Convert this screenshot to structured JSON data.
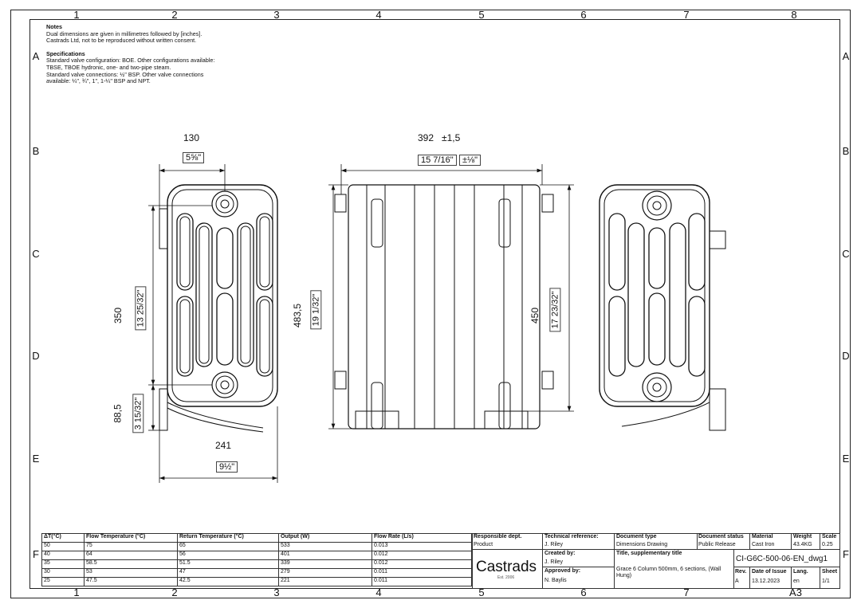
{
  "zones": {
    "columns": [
      "1",
      "2",
      "3",
      "4",
      "5",
      "6",
      "7",
      "8"
    ],
    "rows": [
      "A",
      "B",
      "C",
      "D",
      "E",
      "F"
    ]
  },
  "notes": {
    "heading": "Notes",
    "lines": [
      "Dual dimensions are given in millimetres followed by [inches].",
      "Castrads Ltd, not to be reproduced without written consent."
    ],
    "spec_heading": "Specifications",
    "spec_lines": [
      "Standard valve configuration: BOE. Other configurations available:",
      "TBSE, TBOE hydronic, one- and two-pipe steam.",
      "Standard valve connections: ½\" BSP. Other valve connections",
      "available: ¼\", ¾\", 1\", 1-¼\" BSP and NPT."
    ]
  },
  "dimensions": {
    "depth_mm": "130",
    "depth_in": "5⅝\"",
    "width_mm": "392",
    "width_tol": "±1,5",
    "width_in": "15 7/16\"",
    "width_in_tol": "±⅛\"",
    "centres_mm": "350",
    "centres_in": "13 25/32\"",
    "floor_mm": "88,5",
    "floor_in": "3 15/32\"",
    "total_h_mm": "483,5",
    "total_h_in": "19 1/32\"",
    "section_h_mm": "450",
    "section_h_in": "17 23/32\"",
    "base_mm": "241",
    "base_in": "9½\""
  },
  "flow_table": {
    "headers": [
      "ΔT(°C)",
      "Flow Temperature (°C)",
      "Return Temperature (°C)",
      "Output (W)",
      "Flow Rate (L/s)"
    ],
    "rows": [
      [
        "50",
        "75",
        "65",
        "533",
        "0.013"
      ],
      [
        "40",
        "64",
        "56",
        "401",
        "0.012"
      ],
      [
        "35",
        "58.5",
        "51.5",
        "339",
        "0.012"
      ],
      [
        "30",
        "53",
        "47",
        "279",
        "0.011"
      ],
      [
        "25",
        "47.5",
        "42.5",
        "221",
        "0.011"
      ]
    ]
  },
  "title_block": {
    "responsible_dept_label": "Responsible dept.",
    "responsible_dept": "Product",
    "company": "Castrads",
    "est": "Est. 2006",
    "tech_ref_label": "Technical reference:",
    "tech_ref": "J. Riley",
    "created_by_label": "Created by:",
    "created_by": "J. Riley",
    "approved_by_label": "Approved by:",
    "approved_by": "N. Baylis",
    "doc_type_label": "Document type",
    "doc_type": "Dimensions Drawing",
    "doc_status_label": "Document status",
    "doc_status": "Public Release",
    "title_label": "Title, supplementary title",
    "title": "Grace 6 Column 500mm, 6 sections, (Wall Hung)",
    "material_label": "Material",
    "material": "Cast Iron",
    "weight_label": "Weight",
    "weight": "43.4KG",
    "scale_label": "Scale",
    "scale": "0.25",
    "doc_id": "CI-G6C-500-06-EN_dwg1",
    "rev_label": "Rev.",
    "rev": "A",
    "date_label": "Date of Issue",
    "date": "13.12.2023",
    "lang_label": "Lang.",
    "lang": "en",
    "sheet_label": "Sheet",
    "sheet": "1/1",
    "paper": "A3"
  }
}
